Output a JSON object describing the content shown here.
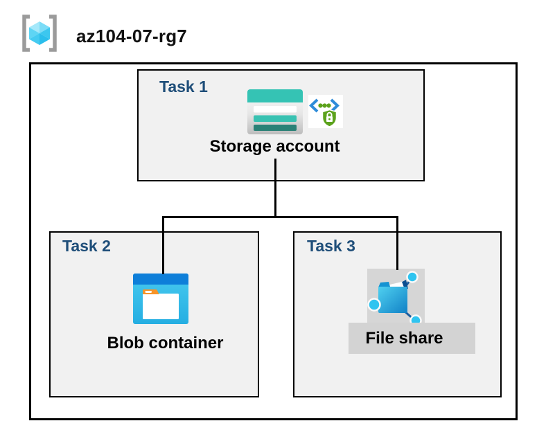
{
  "title": {
    "resource_group": "az104-07-rg7"
  },
  "icons": {
    "header": "resource-group-icon",
    "task1": [
      "storage-account-icon",
      "secure-access-icon"
    ],
    "task2": [
      "blob-container-icon"
    ],
    "task3": [
      "file-share-icon"
    ]
  },
  "diagram": {
    "tasks": [
      {
        "label": "Task 1",
        "resource": "Storage account"
      },
      {
        "label": "Task 2",
        "resource": "Blob container"
      },
      {
        "label": "Task 3",
        "resource": "File share"
      }
    ],
    "connections": [
      {
        "from": "Storage account",
        "to": "Blob container"
      },
      {
        "from": "Storage account",
        "to": "File share"
      }
    ]
  },
  "colors": {
    "task_label": "#1F4E79",
    "task_box_fill": "#F1F1F1",
    "box_border": "#000000",
    "gray_backdrop": "#D3D3D3",
    "storage_teal": "#35C3B4",
    "storage_teal_dark": "#2A8176",
    "blob_top_blue": "#0E7FD9",
    "blob_body_cyan": "#38C3E9",
    "blob_tab_orange": "#F79428",
    "fileshare_folder_blue": "#1588CB",
    "node_cyan": "#2FC4F0",
    "secure_green": "#5CA21C",
    "secure_blue": "#2E8CD9",
    "bracket_gray": "#9B9B9B",
    "cube_cyan": "#4FCFF2"
  }
}
